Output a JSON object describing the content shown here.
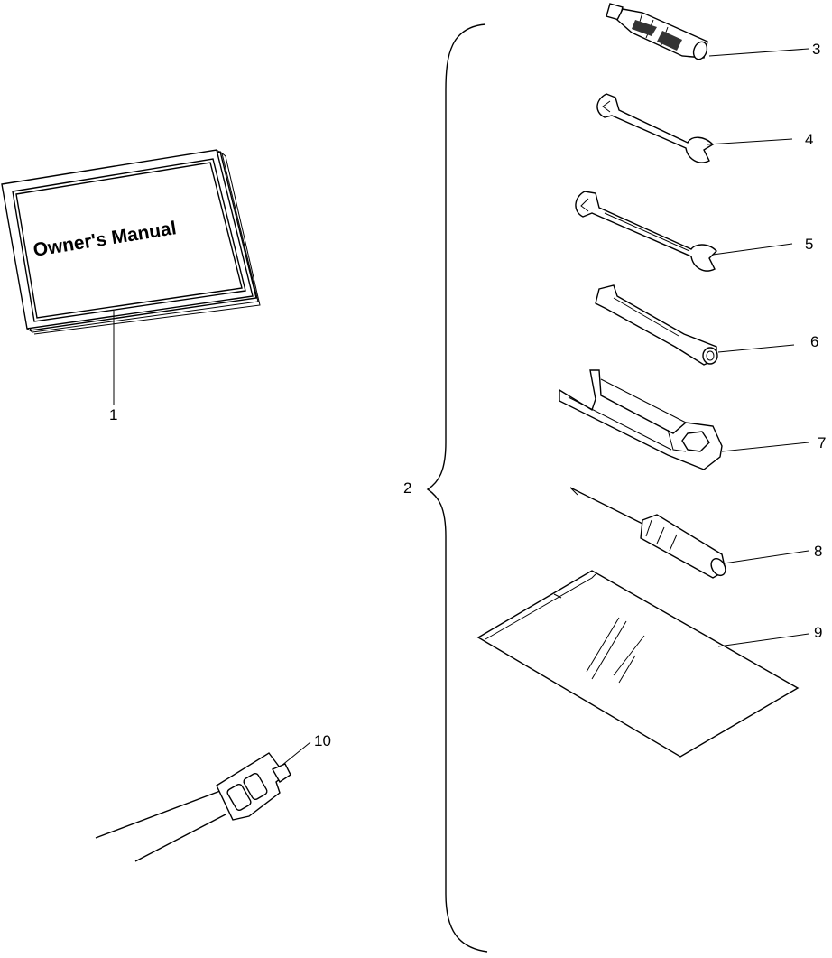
{
  "manual": {
    "title": "Owner's Manual"
  },
  "callouts": [
    {
      "id": "1",
      "label": "1"
    },
    {
      "id": "2",
      "label": "2"
    },
    {
      "id": "3",
      "label": "3"
    },
    {
      "id": "4",
      "label": "4"
    },
    {
      "id": "5",
      "label": "5"
    },
    {
      "id": "6",
      "label": "6"
    },
    {
      "id": "7",
      "label": "7"
    },
    {
      "id": "8",
      "label": "8"
    },
    {
      "id": "9",
      "label": "9"
    },
    {
      "id": "10",
      "label": "10"
    }
  ],
  "colors": {
    "line": "#000000",
    "background": "#ffffff"
  }
}
